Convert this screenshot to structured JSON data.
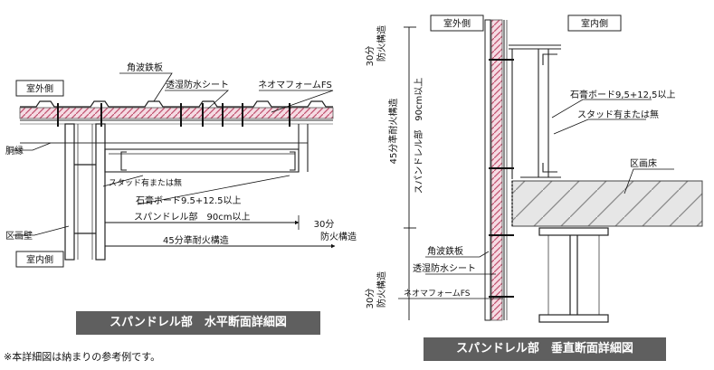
{
  "horizontal": {
    "outdoor": "室外側",
    "indoor": "室内側",
    "corrugated_plate": "角波鉄板",
    "membrane": "透湿防水シート",
    "neoma": "ネオマフォームFS",
    "furring": "胴縁",
    "partition_wall": "区画壁",
    "stud": "スタッド有または無",
    "gypsum": "石膏ボード9.5+12.5以上",
    "spandrel": "スパンドレル部　90cm以上",
    "fire_struct": "45分準耐火構造",
    "fire_30_a": "30分",
    "fire_30_b": "防火構造",
    "caption": "スパンドレル部　水平断面詳細図"
  },
  "vertical": {
    "outdoor": "室外側",
    "indoor": "室内側",
    "fire_30_top_a": "30分",
    "fire_30_top_b": "防火構造",
    "span_a": "45分準耐火構造",
    "span_b": "スパンドレル部　90cm以上",
    "gypsum": "石膏ボード9,5+12,5以上",
    "stud": "スタッド有または無",
    "floor": "区画床",
    "corrugated_plate": "角波鉄板",
    "membrane": "透湿防水シート",
    "neoma": "ネオマフォームFS",
    "fire_30_bot_a": "30分",
    "fire_30_bot_b": "防火構造",
    "caption": "スパンドレル部　垂直断面詳細図"
  },
  "note": "※本詳細図は納まりの参考例です。"
}
